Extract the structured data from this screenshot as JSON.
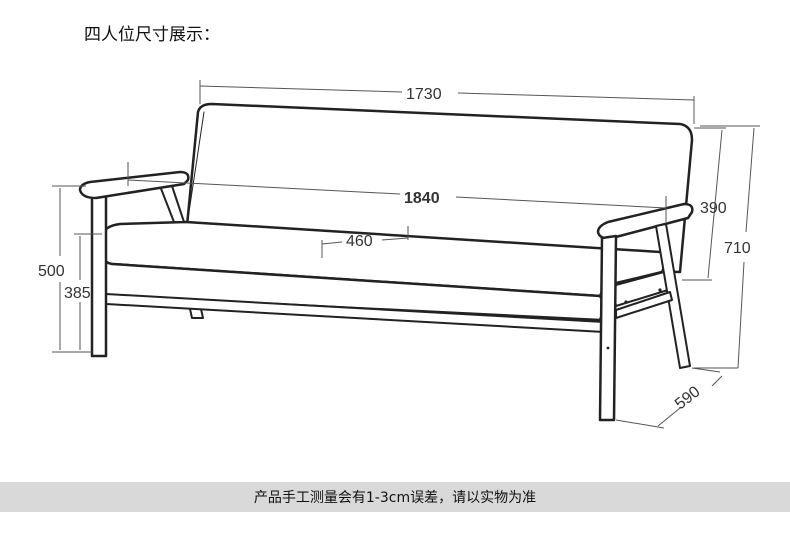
{
  "title": "四人位尺寸展示：",
  "dimensions": {
    "back_width": "1730",
    "total_length": "1840",
    "seat_depth": "460",
    "back_height": "390",
    "total_height": "710",
    "arm_height": "500",
    "seat_height": "385",
    "total_depth": "590"
  },
  "note": "产品手工测量会有1-3cm误差，请以实物为准"
}
